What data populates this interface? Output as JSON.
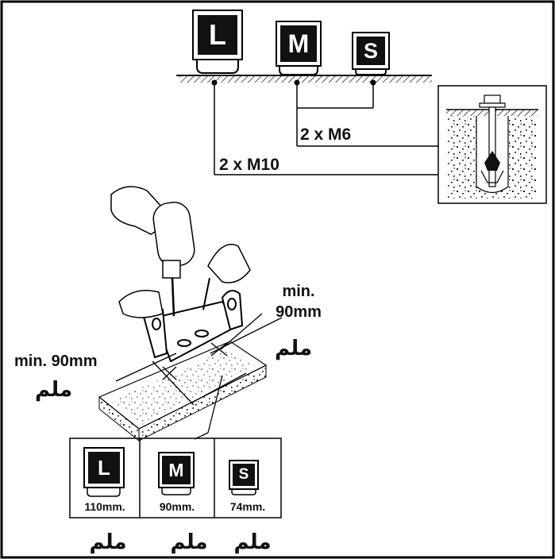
{
  "top_badges": [
    {
      "letter": "L"
    },
    {
      "letter": "M"
    },
    {
      "letter": "S"
    }
  ],
  "bolts": {
    "small": "2 x M6",
    "large": "2 x M10"
  },
  "distances": {
    "right": "min.\n90mm",
    "right_line1": "min.",
    "right_line2": "90mm",
    "left": "min. 90mm",
    "mm_ar": "ملم"
  },
  "table": [
    {
      "letter": "L",
      "value": "110mm.",
      "unit_ar": "ملم"
    },
    {
      "letter": "M",
      "value": "90mm.",
      "unit_ar": "ملم"
    },
    {
      "letter": "S",
      "value": "74mm.",
      "unit_ar": "ملم"
    }
  ]
}
